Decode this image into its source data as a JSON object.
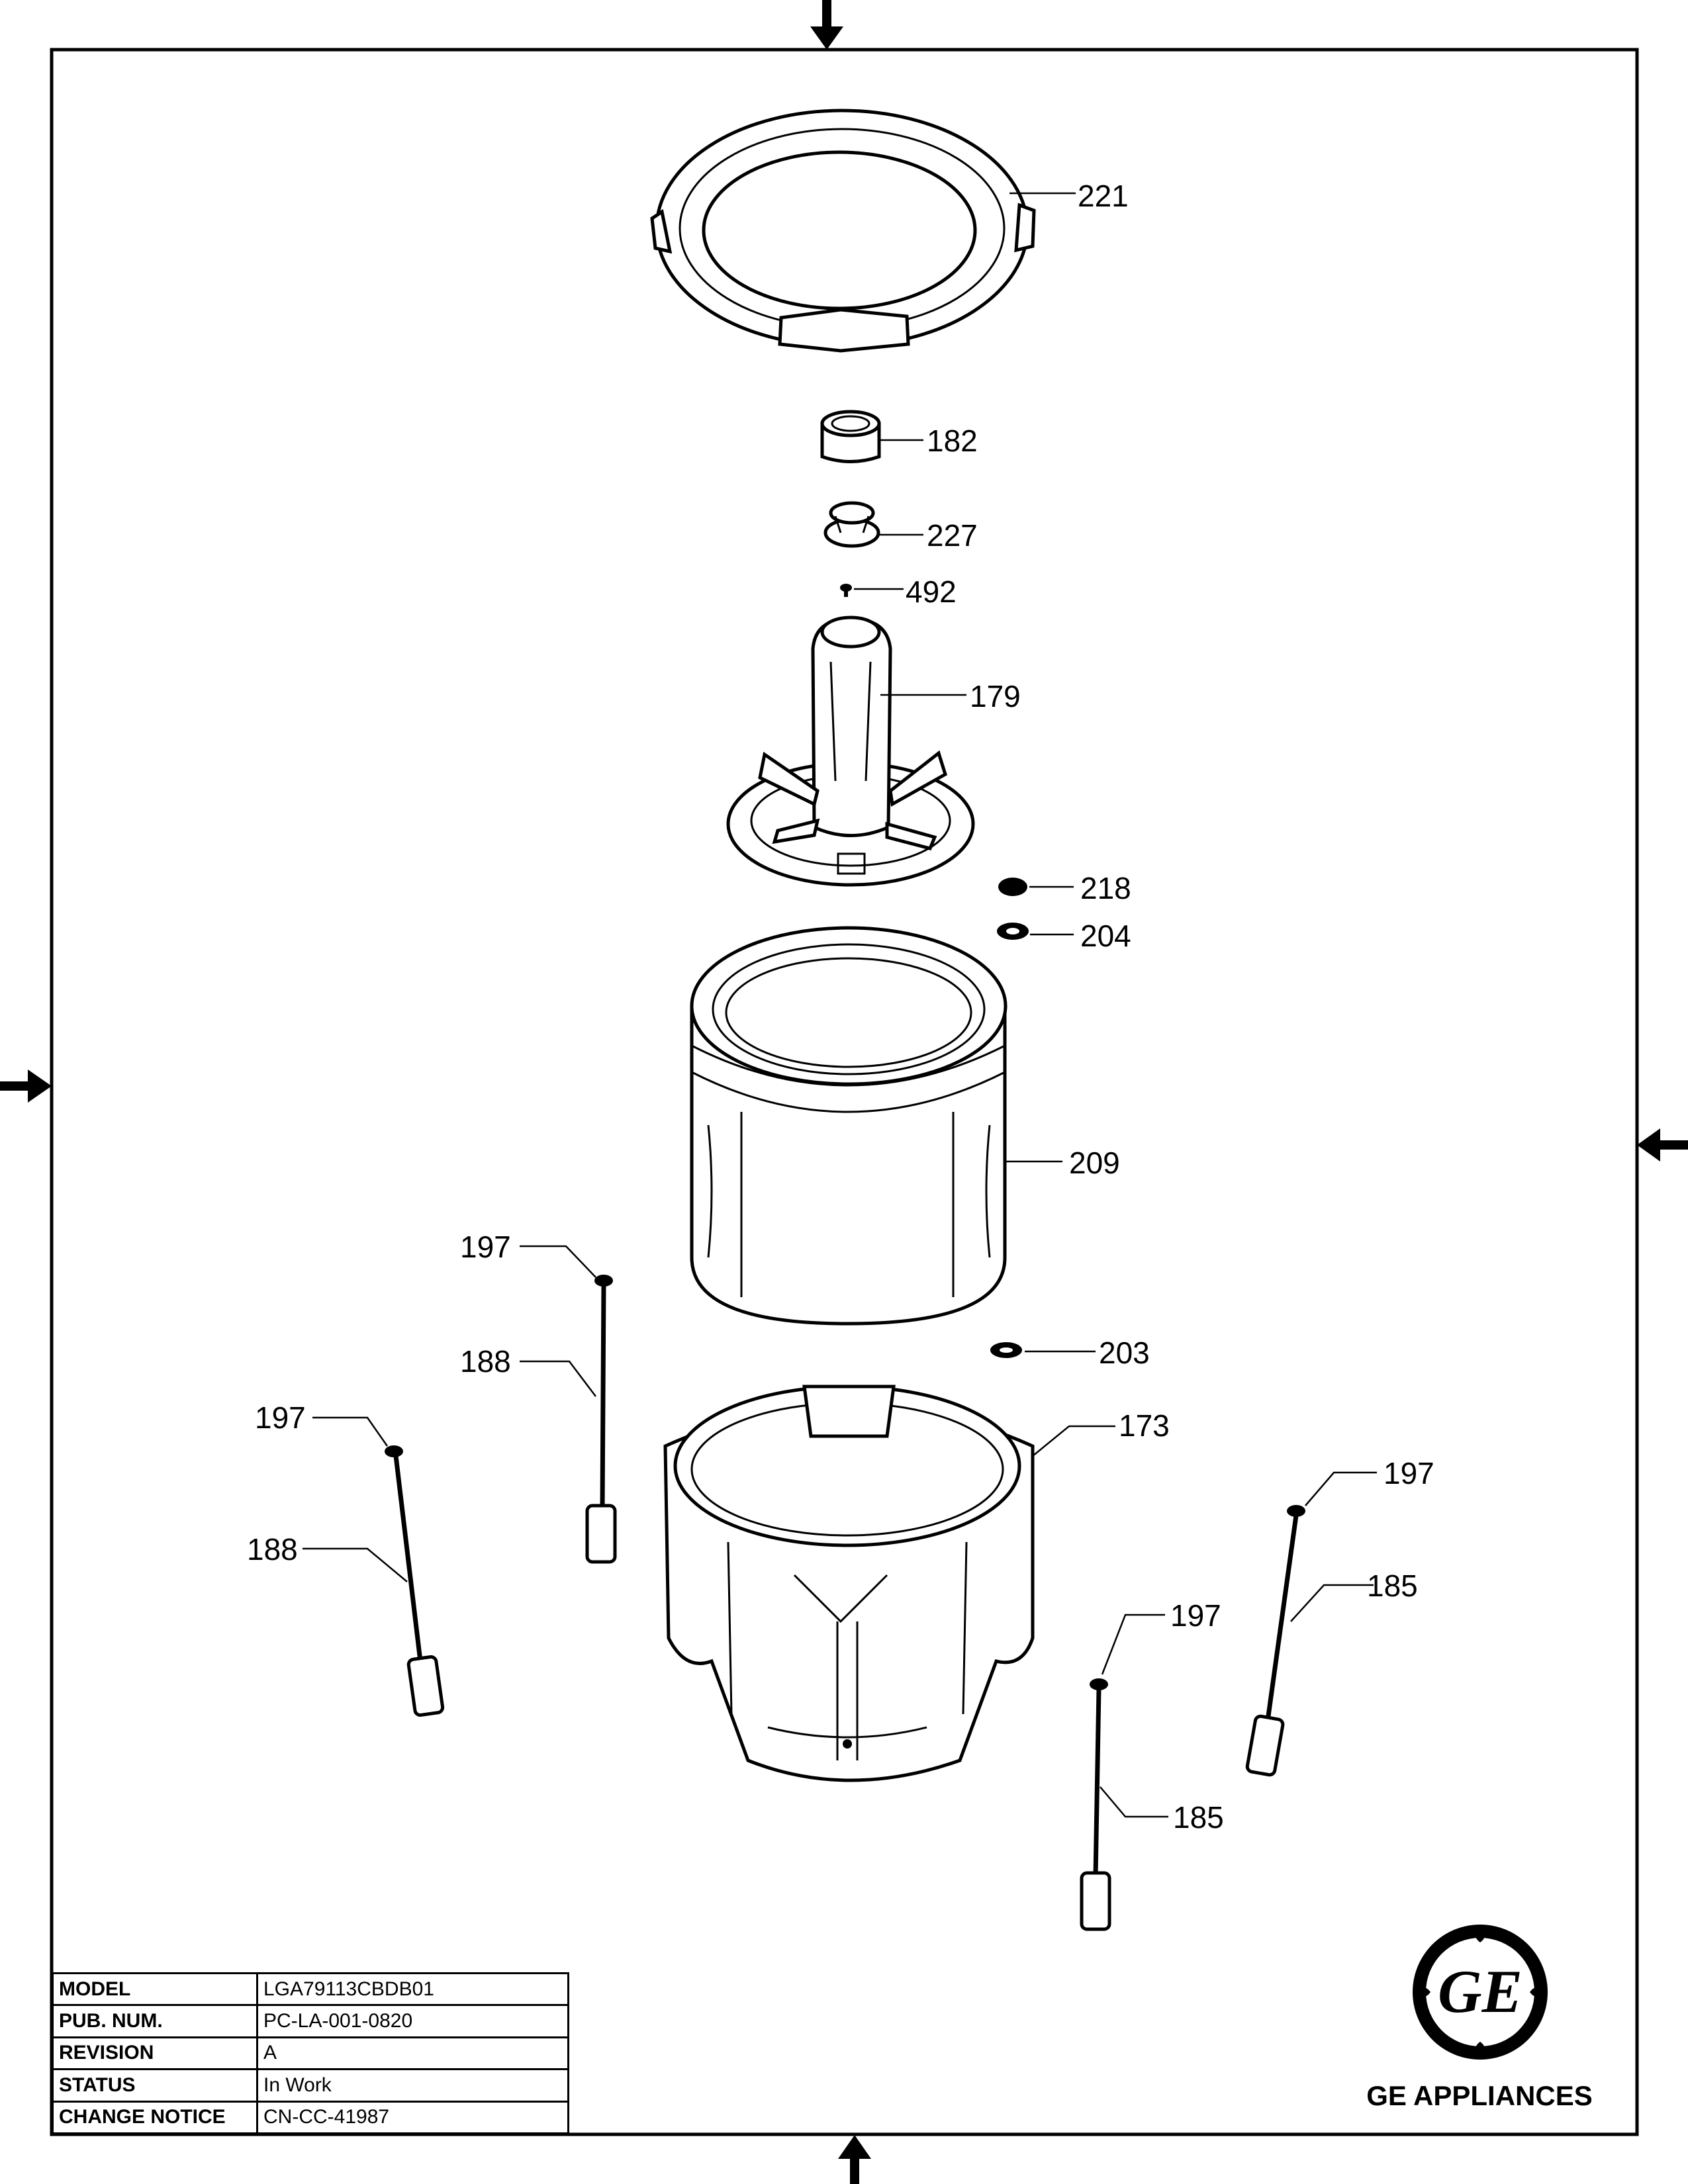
{
  "diagram": {
    "callouts": {
      "p221": "221",
      "p182": "182",
      "p227": "227",
      "p492": "492",
      "p179": "179",
      "p218": "218",
      "p204": "204",
      "p209": "209",
      "p203": "203",
      "p173": "173",
      "p197a": "197",
      "p188a": "188",
      "p197b": "197",
      "p188b": "188",
      "p197c": "197",
      "p185a": "185",
      "p197d": "197",
      "p185b": "185"
    }
  },
  "title_block": {
    "rows": [
      {
        "label": "MODEL",
        "value": "LGA79113CBDB01"
      },
      {
        "label": "PUB. NUM.",
        "value": "PC-LA-001-0820"
      },
      {
        "label": "REVISION",
        "value": "A"
      },
      {
        "label": "STATUS",
        "value": "In Work"
      },
      {
        "label": "CHANGE NOTICE",
        "value": "CN-CC-41987"
      }
    ]
  },
  "brand": {
    "logo_text": "GE",
    "name": "GE APPLIANCES"
  }
}
